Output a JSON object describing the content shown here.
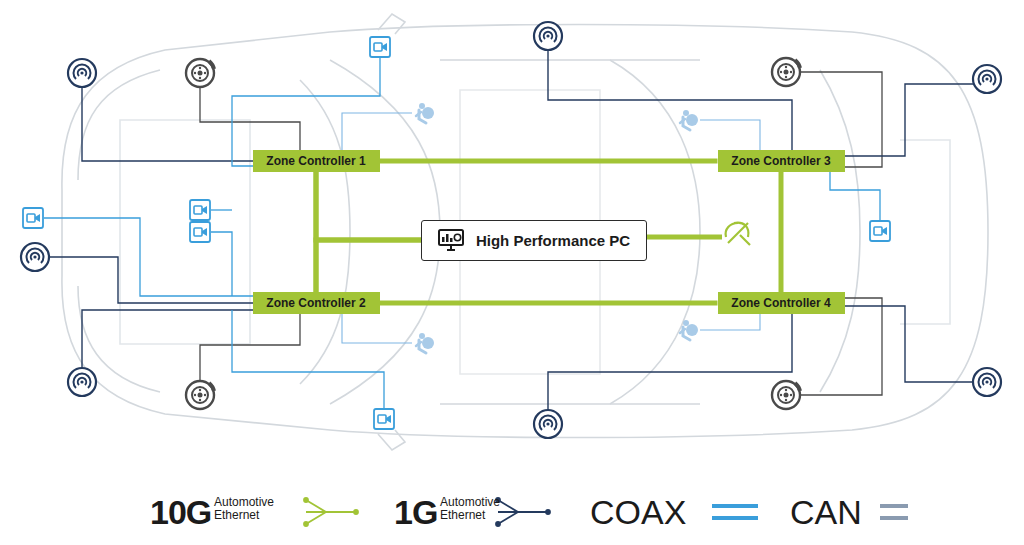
{
  "diagram": {
    "nodes": [
      {
        "text": [
          "Zone Controller 1"
        ]
      },
      {
        "text": [
          "Zone Controller 3"
        ]
      },
      {
        "text": [
          "High Performance PC"
        ]
      },
      {
        "text": [
          "Zone Controller 2"
        ]
      },
      {
        "text": [
          "Zone Controller 4"
        ]
      }
    ],
    "edges": [
      {
        "from": 0,
        "to": 1,
        "arrow": "none"
      },
      {
        "from": 3,
        "to": 4,
        "arrow": "none"
      },
      {
        "from": 0,
        "to": 3,
        "arrow": "none"
      },
      {
        "from": 1,
        "to": 4,
        "arrow": "none"
      },
      {
        "from": 2,
        "to": 0,
        "arrow": "none"
      },
      {
        "from": 2,
        "to": 3,
        "arrow": "none"
      }
    ],
    "labels": [
      "Automotive Ethernet",
      "Automotive Ethernet"
    ],
    "legend": [
      {
        "text": "10G"
      },
      {
        "text": "1G"
      },
      {
        "text": "COAX"
      },
      {
        "text": "CAN"
      }
    ]
  }
}
